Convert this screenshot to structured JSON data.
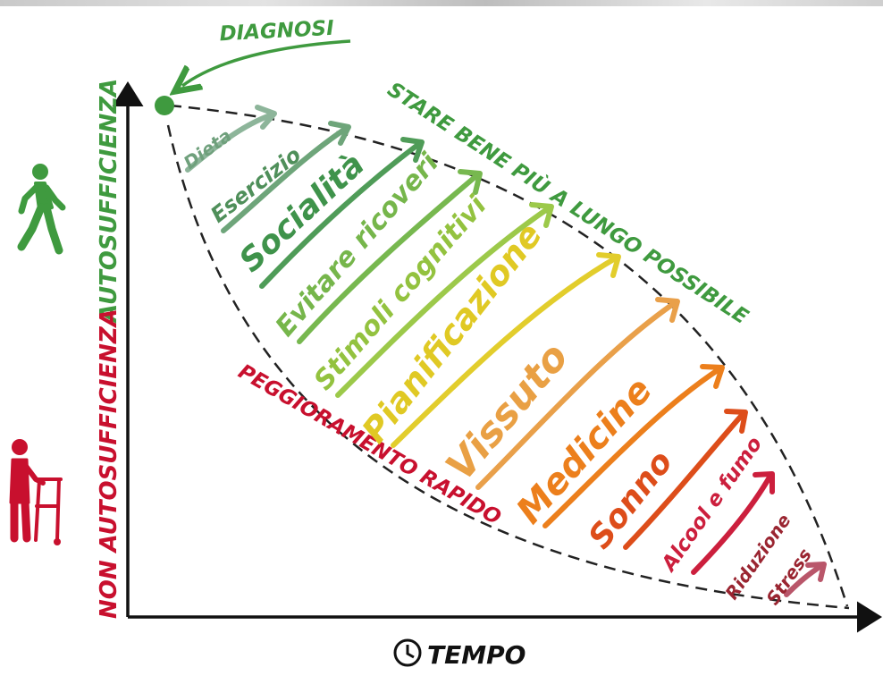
{
  "diagnosis_label": "DIAGNOSI",
  "upper_path_label": "STARE BENE PIÙ A LUNGO POSSIBILE",
  "lower_path_label": "PEGGIORAMENTO RAPIDO",
  "y_axis": {
    "upper_label": "AUTOSUFFICIENZA",
    "lower_label": "NON AUTOSUFFICIENZA"
  },
  "x_axis": {
    "label": "TEMPO",
    "icon": "clock-icon"
  },
  "icons": {
    "upper": "walking-person-icon",
    "lower": "person-with-walker-icon"
  },
  "factors": [
    {
      "label": "Dieta",
      "color": "#8db59a"
    },
    {
      "label": "Esercizio",
      "color": "#5e9e6a"
    },
    {
      "label": "Socialità",
      "color": "#4f9c58"
    },
    {
      "label": "Evitare ricoveri",
      "color": "#77b84f"
    },
    {
      "label": "Stimoli cognitivi",
      "color": "#9cc94a"
    },
    {
      "label": "Pianificazione",
      "color": "#e2cd2c"
    },
    {
      "label": "Vissuto",
      "color": "#e9a04a"
    },
    {
      "label": "Medicine",
      "color": "#ec7f1c"
    },
    {
      "label": "Sonno",
      "color": "#dd4d1a"
    },
    {
      "label": "Alcool e fumo",
      "color": "#cc1f3d"
    },
    {
      "label": "Riduzione",
      "color": "#9a2531"
    },
    {
      "label": "Stress",
      "color": "#9a2531"
    }
  ],
  "colors": {
    "green": "#3f9a3f",
    "red": "#c8102e",
    "axis": "#111111",
    "dash": "#222222"
  }
}
